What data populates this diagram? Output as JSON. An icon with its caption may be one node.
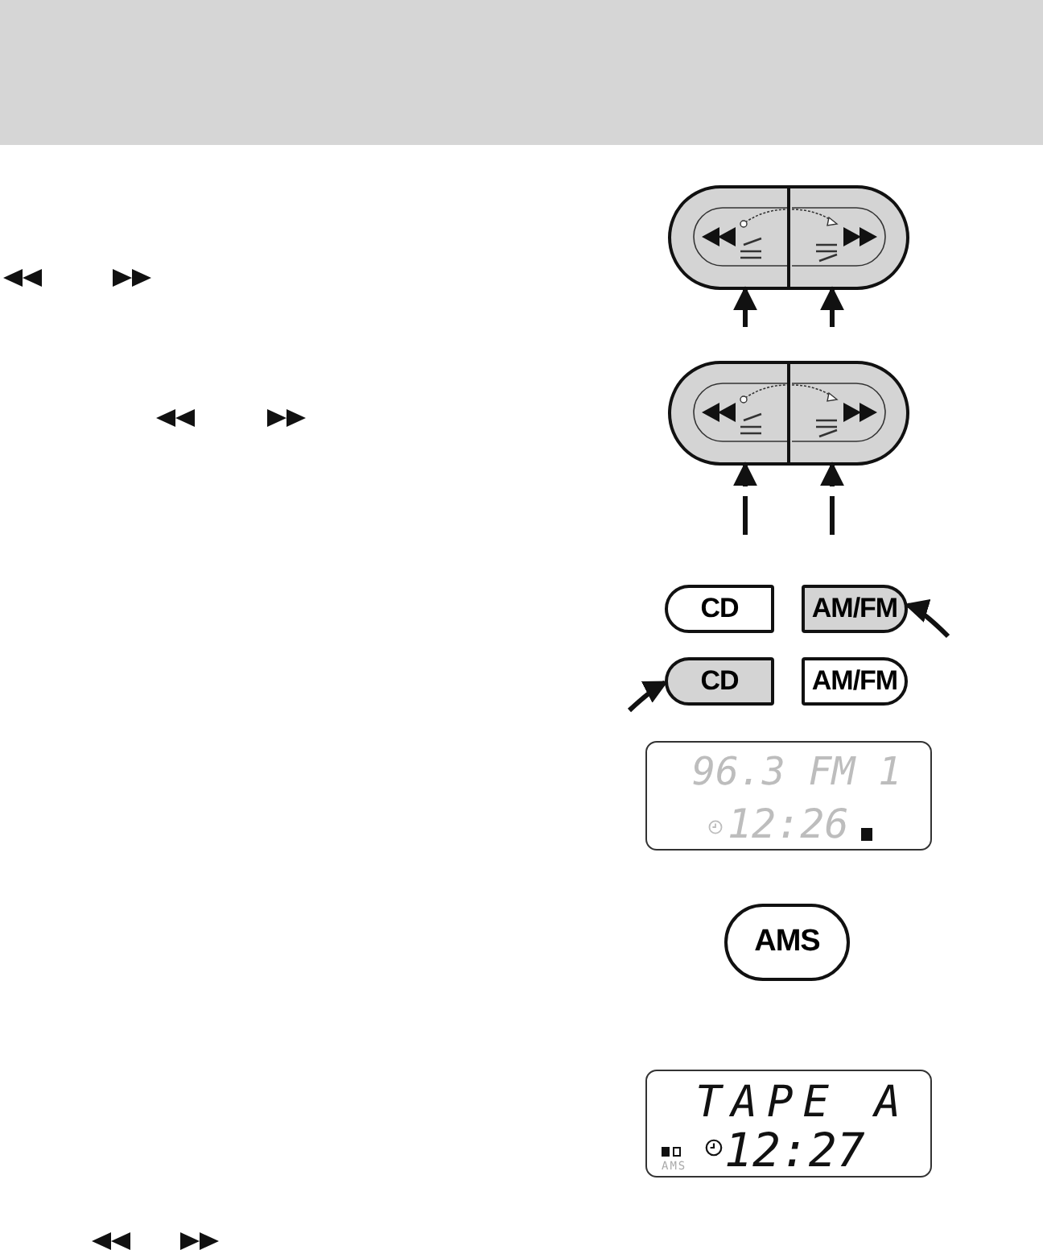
{
  "diagram": {
    "nodes": [
      {
        "text": [],
        "shape": "box"
      },
      {
        "text": [],
        "shape": "box"
      },
      {
        "text": [],
        "shape": "box"
      },
      {
        "text": [],
        "shape": "box"
      },
      {
        "text": [
          "CD"
        ]
      },
      {
        "text": [
          "AM/FM"
        ]
      },
      {
        "text": [
          "CD"
        ]
      },
      {
        "text": [
          "AM/FM"
        ]
      },
      {
        "text": [
          "96.3 FM 1",
          "12:26"
        ]
      },
      {
        "text": [
          "AMS"
        ]
      },
      {
        "text": [
          "TAPE A",
          "AMS",
          "12:27"
        ]
      }
    ],
    "edges": [
      {
        "from": null,
        "to": 0,
        "arrow": "to"
      },
      {
        "from": null,
        "to": 1,
        "arrow": "to"
      },
      {
        "from": null,
        "to": 2,
        "arrow": "to",
        "style": "dashed"
      },
      {
        "from": null,
        "to": 3,
        "arrow": "to",
        "style": "dashed"
      },
      {
        "from": null,
        "to": 5,
        "arrow": "to"
      },
      {
        "from": null,
        "to": 6,
        "arrow": "to"
      }
    ]
  }
}
